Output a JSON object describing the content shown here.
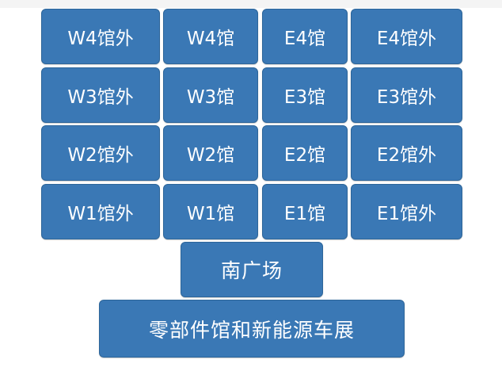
{
  "halls": {
    "rows": [
      [
        "W4馆外",
        "W4馆",
        "E4馆",
        "E4馆外"
      ],
      [
        "W3馆外",
        "W3馆",
        "E3馆",
        "E3馆外"
      ],
      [
        "W2馆外",
        "W2馆",
        "E2馆",
        "E2馆外"
      ],
      [
        "W1馆外",
        "W1馆",
        "E1馆",
        "E1馆外"
      ]
    ],
    "south_plaza": "南广场",
    "parts_hall": "零部件馆和新能源车展"
  },
  "colors": {
    "tile": "#3a78b5",
    "tile_border": "#2d6599",
    "text": "#ffffff",
    "background": "#ffffff"
  }
}
